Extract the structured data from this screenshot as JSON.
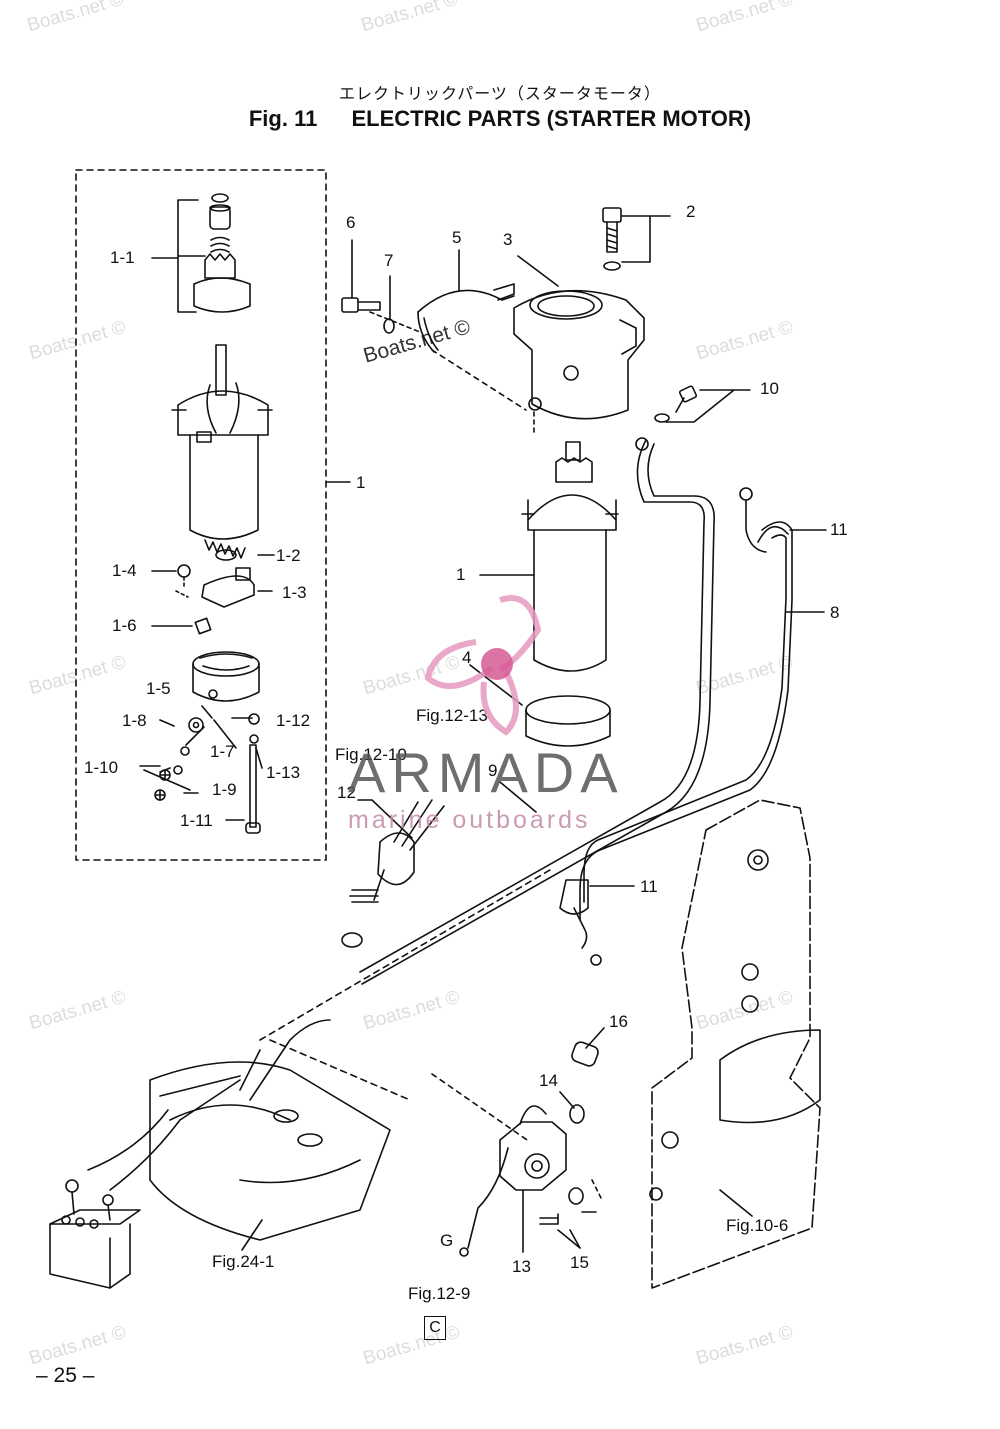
{
  "title": {
    "japanese": "エレクトリックパーツ（スタータモータ）",
    "fig_number": "Fig. 11",
    "name": "ELECTRIC PARTS (STARTER MOTOR)"
  },
  "callouts": {
    "c1_1": "1-1",
    "c1_2": "1-2",
    "c1_3": "1-3",
    "c1_4": "1-4",
    "c1_5": "1-5",
    "c1_6": "1-6",
    "c1_7": "1-7",
    "c1_8": "1-8",
    "c1_9": "1-9",
    "c1_10": "1-10",
    "c1_11": "1-11",
    "c1_12": "1-12",
    "c1_13": "1-13",
    "c1_box": "1",
    "c1": "1",
    "c2": "2",
    "c3": "3",
    "c4": "4",
    "c5": "5",
    "c6": "6",
    "c7": "7",
    "c8": "8",
    "c9": "9",
    "c10": "10",
    "c11a": "11",
    "c11b": "11",
    "c12": "12",
    "c13": "13",
    "c14": "14",
    "c15": "15",
    "c16": "16",
    "g": "G"
  },
  "references": {
    "fig12_13": "Fig.12-13",
    "fig12_10": "Fig.12-10",
    "fig24_1": "Fig.24-1",
    "fig12_9": "Fig.12-9",
    "fig10_6": "Fig.10-6"
  },
  "watermark": {
    "text": "Boats.net ©",
    "logo": "ARMADA",
    "logo_sub": "marine outboards"
  },
  "page_number": "– 25 –",
  "section_mark": "C"
}
